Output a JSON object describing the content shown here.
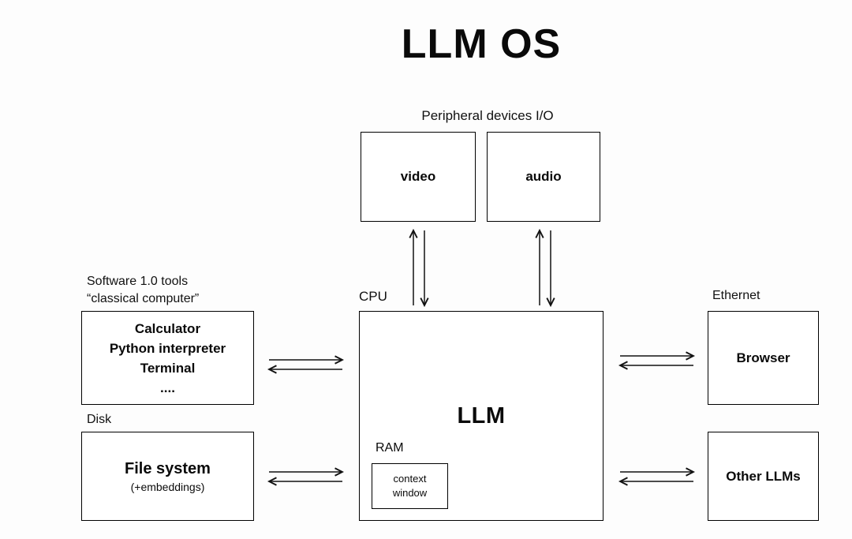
{
  "title": "LLM OS",
  "peripherals": {
    "label": "Peripheral devices I/O",
    "video": "video",
    "audio": "audio"
  },
  "llm": {
    "cpu_label": "CPU",
    "name": "LLM",
    "ram_label": "RAM",
    "context_window": "context window"
  },
  "software_tools": {
    "caption_line1": "Software 1.0 tools",
    "caption_line2": "“classical computer”",
    "items": [
      "Calculator",
      "Python interpreter",
      "Terminal",
      "...."
    ]
  },
  "disk": {
    "label": "Disk",
    "title": "File system",
    "subtitle": "(+embeddings)"
  },
  "network": {
    "label": "Ethernet",
    "browser": "Browser",
    "other_llms": "Other LLMs"
  }
}
